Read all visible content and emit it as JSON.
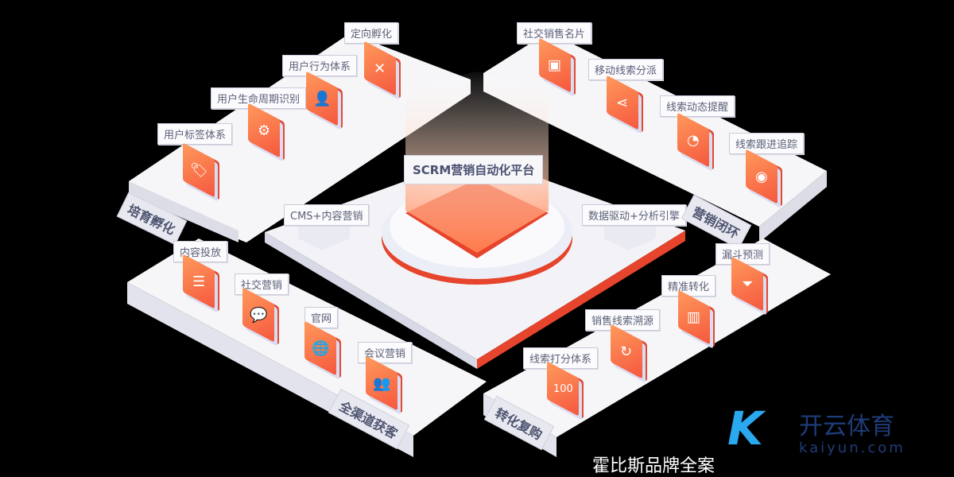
{
  "center": {
    "title": "SCRM营销自动化平台",
    "left_module": "CMS+内容营销",
    "right_module": "数据驱动+分析引擎"
  },
  "sections": {
    "nurture": {
      "name": "培育孵化",
      "items": [
        "用户标签体系",
        "用户生命周期识别",
        "用户行为体系",
        "定向孵化"
      ]
    },
    "closed_loop": {
      "name": "营销闭环",
      "items": [
        "社交销售名片",
        "移动线索分派",
        "线索动态提醒",
        "线索跟进追踪"
      ]
    },
    "acquisition": {
      "name": "全渠道获客",
      "items": [
        "内容投放",
        "社交营销",
        "官网",
        "会议营销"
      ]
    },
    "conversion": {
      "name": "转化复购",
      "items": [
        "线索打分体系",
        "销售线索溯源",
        "精准转化",
        "漏斗预测"
      ]
    }
  },
  "tile_text": {
    "score": "100"
  },
  "watermark": {
    "brand_cn": "开云体育",
    "brand_url": "kaiyun.com",
    "overlay": "霍比斯品牌全案",
    "k": "K"
  },
  "colors": {
    "accent": "#f5573e",
    "platform": "#f7f7fa",
    "label_text": "#5b5f78"
  }
}
